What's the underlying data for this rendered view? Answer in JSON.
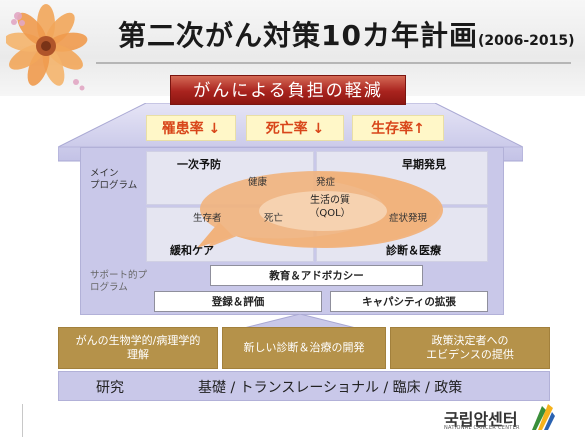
{
  "title": {
    "main": "第二次がん対策10カ年計画",
    "years": "(2006-2015)"
  },
  "goal": "がんによる負担の軽減",
  "rates": [
    {
      "label": "罹患率 ↓"
    },
    {
      "label": "死亡率 ↓"
    },
    {
      "label": "生存率↑"
    }
  ],
  "main_program": {
    "row_label": "メイン\nプログラム",
    "quadrants": {
      "top_left": "一次予防",
      "top_right": "早期発見",
      "bottom_left": "緩和ケア",
      "bottom_right": "診断＆医療"
    },
    "center": {
      "line1": "生活の質",
      "line2": "（QOL）"
    },
    "ring_labels": {
      "health": "健康",
      "onset": "発症",
      "survivor": "生存者",
      "death": "死亡",
      "symptom": "症状発現"
    }
  },
  "support_program": {
    "row_label": "サポート的プ\nログラム",
    "boxes": [
      "教育＆アドボカシー",
      "登録＆評価",
      "キャパシティの拡張"
    ]
  },
  "research": {
    "boxes": [
      "がんの生物学的/病理学的\n理解",
      "新しい診断＆治療の開発",
      "政策決定者への\nエビデンスの提供"
    ],
    "label": "研究",
    "areas": "基礎 / トランスレーショナル / 臨床 / 政策"
  },
  "logo": {
    "name": "국립암센터",
    "sub": "NATIONAL CANCER CENTER"
  },
  "colors": {
    "goal_red": "#a9231e",
    "rate_text": "#d8461a",
    "rate_fill": "#fff7c8",
    "panel_lavender": "#c9c8e9",
    "ring_orange": "#f1b27c",
    "research_brown": "#b5924a"
  }
}
